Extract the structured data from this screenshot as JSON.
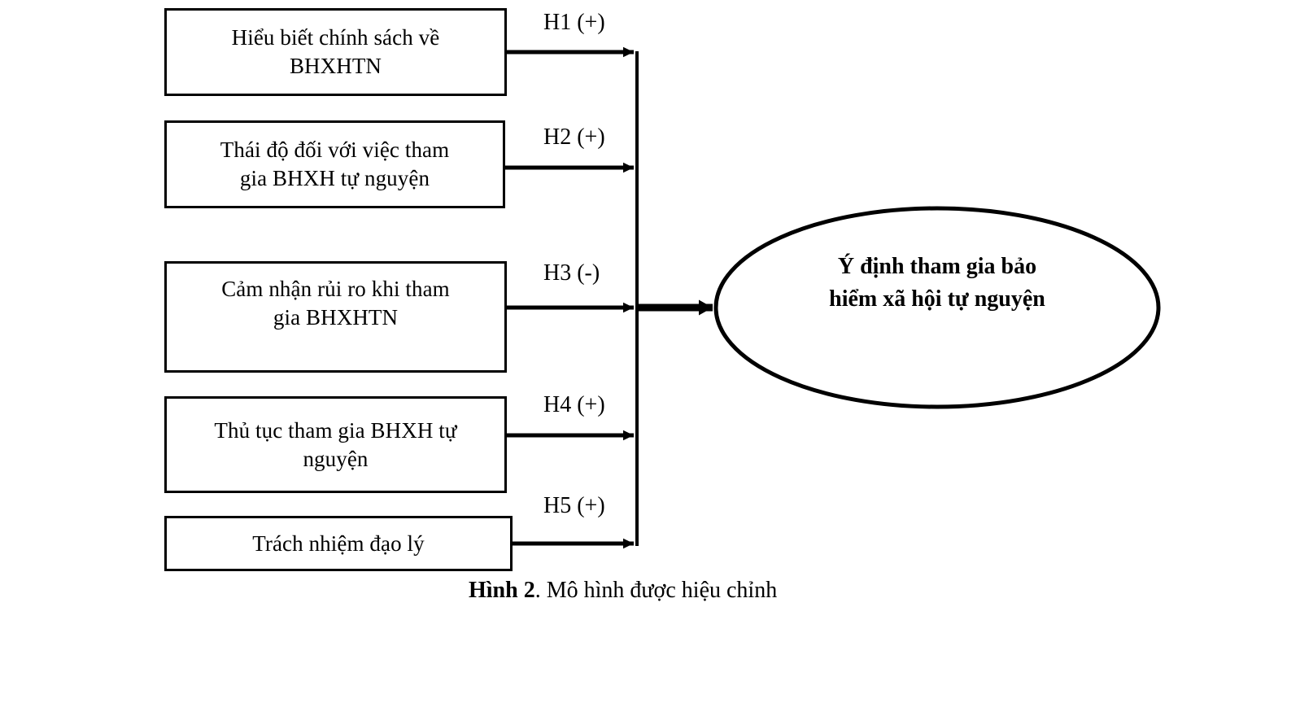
{
  "figure": {
    "caption_bold": "Hình 2",
    "caption_rest": ". Mô hình được hiệu chỉnh",
    "ink_color": "#000000",
    "background_color": "#ffffff"
  },
  "outcome": {
    "shape": "ellipse",
    "line1": "Ý định tham gia bảo",
    "line2": "hiểm xã hội tự nguyện"
  },
  "constructs": [
    {
      "id": "h1",
      "line1": "Hiểu biết chính sách về",
      "line2": "BHXHTN",
      "hypothesis": "H1 (+)",
      "sign": "+"
    },
    {
      "id": "h2",
      "line1": "Thái độ đối với việc tham",
      "line2": "gia BHXH tự nguyện",
      "hypothesis": "H2 (+)",
      "sign": "+"
    },
    {
      "id": "h3",
      "line1": "Cảm nhận rủi ro khi tham",
      "line2": "gia BHXHTN",
      "hypothesis": "H3 (-)",
      "sign": "-"
    },
    {
      "id": "h4",
      "line1": "Thủ tục tham gia BHXH tự",
      "line2": "nguyện",
      "hypothesis": "H4 (+)",
      "sign": "+"
    },
    {
      "id": "h5",
      "line1": "Trách nhiệm đạo lý",
      "line2": "",
      "hypothesis": "H5 (+)",
      "sign": "+"
    }
  ]
}
